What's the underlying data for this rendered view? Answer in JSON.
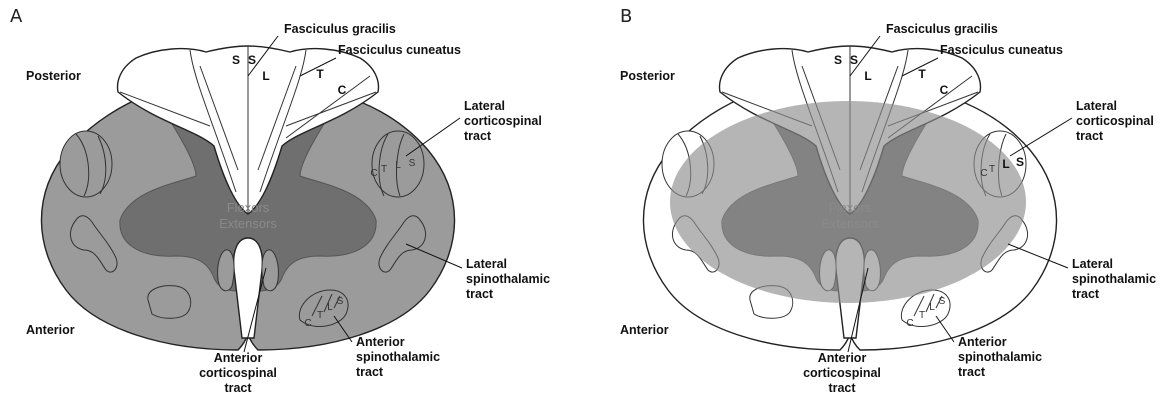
{
  "panels": [
    {
      "letter": "A",
      "labels": {
        "fasciculus_gracilis": "Fasciculus gracilis",
        "fasciculus_cuneatus": "Fasciculus cuneatus",
        "posterior": "Posterior",
        "anterior": "Anterior",
        "lateral_corticospinal": [
          "Lateral",
          "corticospinal",
          "tract"
        ],
        "lateral_spinothalamic": [
          "Lateral",
          "spinothalamic",
          "tract"
        ],
        "anterior_corticospinal": [
          "Anterior",
          "corticospinal",
          "tract"
        ],
        "anterior_spinothalamic": [
          "Anterior",
          "spinothalamic",
          "tract"
        ],
        "flexors": "Flexors",
        "extensors": "Extensors",
        "gracilis_segments": [
          "S",
          "S",
          "L"
        ],
        "cuneatus_segments": [
          "T",
          "C"
        ],
        "lcst_segments": [
          "C",
          "T",
          "L",
          "S"
        ],
        "ast_segments": [
          "C",
          "T",
          "L",
          "S"
        ]
      },
      "colors": {
        "white_matter": "#9b9b9b",
        "gray_matter": "#6f6f6f",
        "dorsal_columns": "#ffffff"
      }
    },
    {
      "letter": "B",
      "labels": {
        "fasciculus_gracilis": "Fasciculus gracilis",
        "fasciculus_cuneatus": "Fasciculus cuneatus",
        "posterior": "Posterior",
        "anterior": "Anterior",
        "lateral_corticospinal": [
          "Lateral",
          "corticospinal",
          "tract"
        ],
        "lateral_spinothalamic": [
          "Lateral",
          "spinothalamic",
          "tract"
        ],
        "anterior_corticospinal": [
          "Anterior",
          "corticospinal",
          "tract"
        ],
        "anterior_spinothalamic": [
          "Anterior",
          "spinothalamic",
          "tract"
        ],
        "flexors": "Flexors",
        "extensors": "Extensors",
        "gracilis_segments": [
          "S",
          "S",
          "L"
        ],
        "cuneatus_segments": [
          "T",
          "C"
        ],
        "lcst_segments": [
          "C",
          "T",
          "L",
          "S"
        ],
        "ast_segments": [
          "C",
          "T",
          "L",
          "S"
        ]
      },
      "colors": {
        "white_matter": "#ffffff",
        "gray_matter": "#6f6f6f",
        "lesion": "#a6a6a6",
        "dorsal_columns": "#ffffff"
      }
    }
  ]
}
